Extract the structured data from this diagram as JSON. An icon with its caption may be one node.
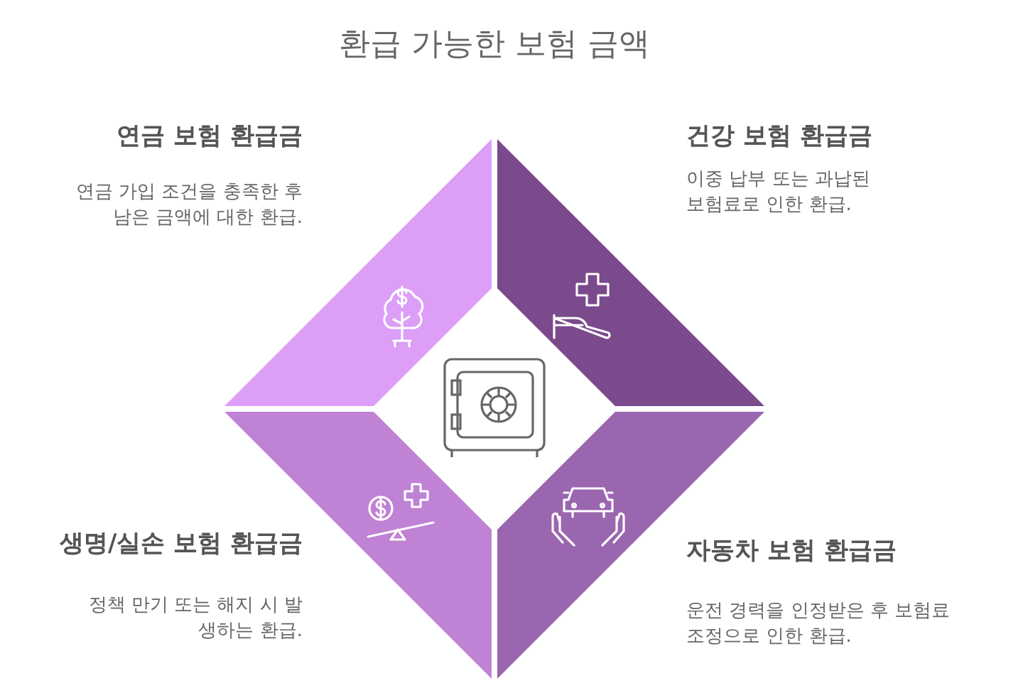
{
  "diagram": {
    "title": "환급 가능한 보험 금액",
    "labels": [
      "연금 보험 환급금",
      "연금 가입 조건을 충족한 후 남은 금액에 대한 환급.",
      "건강 보험 환급금",
      "이중 납부 또는 과납된 보험료로 인한 환급.",
      "생명/실손 보험 환급금",
      "정책 만기 또는 해지 시 발생하는 환급.",
      "자동차 보험 환급금",
      "운전 경력을 인정받은 후 보험료 조정으로 인한 환급."
    ]
  }
}
